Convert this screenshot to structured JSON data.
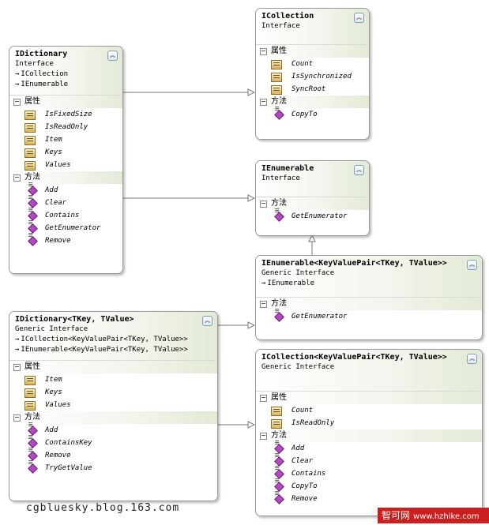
{
  "diagram": {
    "boxes": {
      "idictionary": {
        "name": "IDictionary",
        "kind": "Interface",
        "inherits": [
          "ICollection",
          "IEnumerable"
        ],
        "sections": [
          {
            "title": "属性",
            "members": [
              "IsFixedSize",
              "IsReadOnly",
              "Item",
              "Keys",
              "Values"
            ]
          },
          {
            "title": "方法",
            "members": [
              "Add",
              "Clear",
              "Contains",
              "GetEnumerator",
              "Remove"
            ]
          }
        ]
      },
      "icollection": {
        "name": "ICollection",
        "kind": "Interface",
        "sections": [
          {
            "title": "属性",
            "members": [
              "Count",
              "IsSynchronized",
              "SyncRoot"
            ]
          },
          {
            "title": "方法",
            "members": [
              "CopyTo"
            ]
          }
        ]
      },
      "ienumerable": {
        "name": "IEnumerable",
        "kind": "Interface",
        "sections": [
          {
            "title": "方法",
            "members": [
              "GetEnumerator"
            ]
          }
        ]
      },
      "ienumerable_generic": {
        "name": "IEnumerable<KeyValuePair<TKey, TValue>>",
        "kind": "Generic Interface",
        "inherits": [
          "IEnumerable"
        ],
        "sections": [
          {
            "title": "方法",
            "members": [
              "GetEnumerator"
            ]
          }
        ]
      },
      "idictionary_generic": {
        "name": "IDictionary<TKey, TValue>",
        "kind": "Generic Interface",
        "inherits": [
          "ICollection<KeyValuePair<TKey,  TValue>>",
          "IEnumerable<KeyValuePair<TKey,  TValue>>"
        ],
        "sections": [
          {
            "title": "属性",
            "members": [
              "Item",
              "Keys",
              "Values"
            ]
          },
          {
            "title": "方法",
            "members": [
              "Add",
              "ContainsKey",
              "Remove",
              "TryGetValue"
            ]
          }
        ]
      },
      "icollection_generic": {
        "name": "ICollection<KeyValuePair<TKey, TValue>>",
        "kind": "Generic Interface",
        "sections": [
          {
            "title": "属性",
            "members": [
              "Count",
              "IsReadOnly"
            ]
          },
          {
            "title": "方法",
            "members": [
              "Add",
              "Clear",
              "Contains",
              "CopyTo",
              "Remove"
            ]
          }
        ]
      }
    },
    "icons": {
      "collapse": "double-chevron-up-icon",
      "property": "property-icon",
      "method": "method-icon",
      "inherit": "arrow-right-icon"
    }
  },
  "footer": {
    "watermark": "cgbluesky.blog.163.com",
    "site_name": "智可网",
    "site_url": "www.hzhike.com"
  }
}
